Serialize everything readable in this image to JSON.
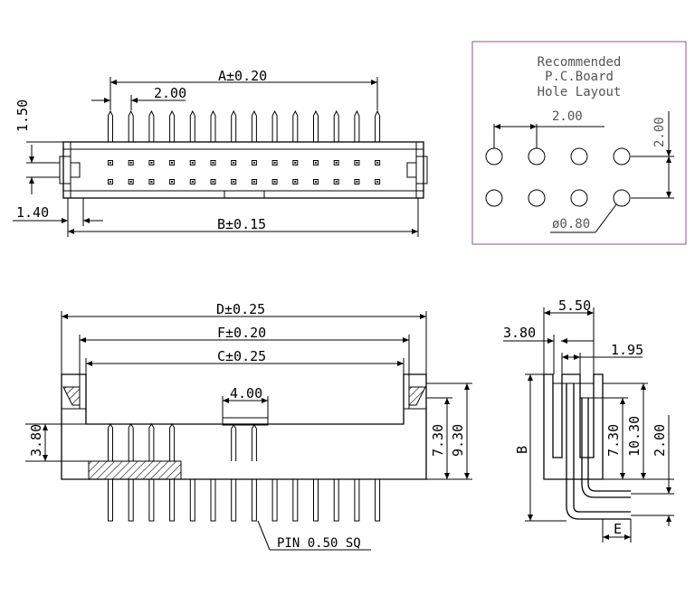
{
  "top_view": {
    "dim_a": "A±0.20",
    "dim_pitch": "2.00",
    "dim_pin_height": "1.50",
    "dim_offset": "1.40",
    "dim_b": "B±0.15",
    "pin_count_per_row": 14
  },
  "pcb_layout": {
    "title_line1": "Recommended",
    "title_line2": "P.C.Board",
    "title_line3": "Hole  Layout",
    "dim_pitch_x": "2.00",
    "dim_pitch_y": "2.00",
    "dim_hole": "ø0.80",
    "border_color": "#a070a0"
  },
  "front_view": {
    "dim_d": "D±0.25",
    "dim_f": "F±0.20",
    "dim_c": "C±0.25",
    "dim_4": "4.00",
    "dim_380": "3.80",
    "dim_730": "7.30",
    "dim_930": "9.30",
    "pin_note": "PIN  0.50  SQ"
  },
  "side_view": {
    "dim_550": "5.50",
    "dim_380": "3.80",
    "dim_195": "1.95",
    "dim_b": "B",
    "dim_730": "7.30",
    "dim_1030": "10.30",
    "dim_200": "2.00",
    "dim_e": "E"
  }
}
